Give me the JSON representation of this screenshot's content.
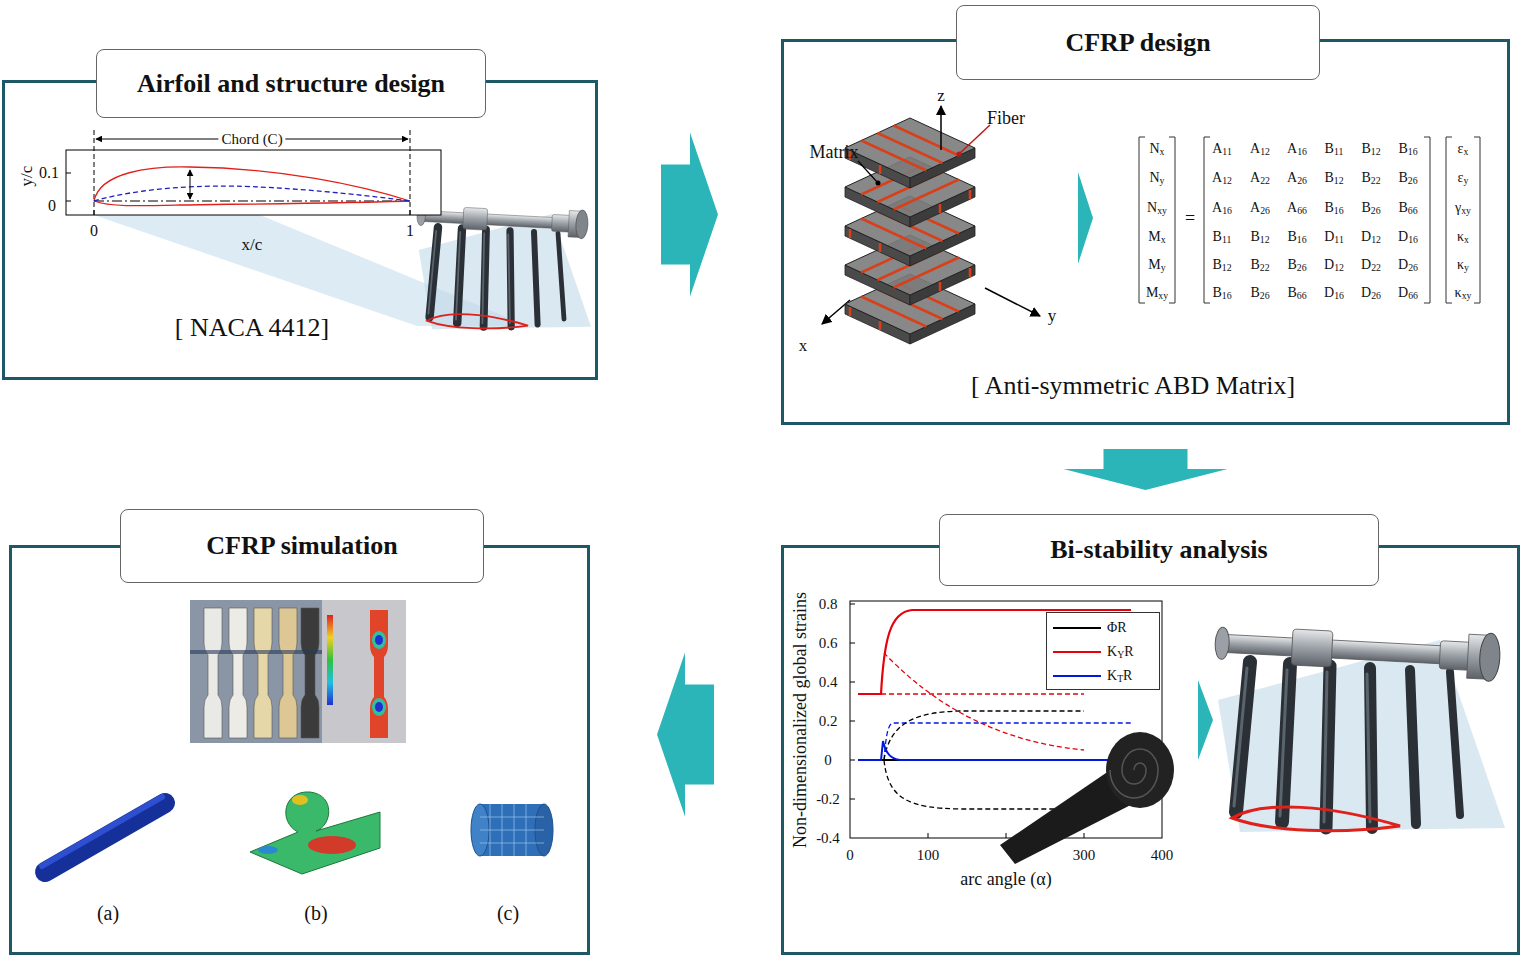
{
  "diagram": {
    "nodes": [
      {
        "text": [
          "Airfoil and structure design"
        ]
      },
      {
        "text": [
          "CFRP design"
        ]
      },
      {
        "text": [
          "CFRP simulation"
        ]
      },
      {
        "text": [
          "Bi-stability analysis"
        ]
      }
    ],
    "edges": [
      {
        "from": 0,
        "to": 1,
        "arrow": "to"
      },
      {
        "from": 1,
        "to": 3,
        "arrow": "to"
      },
      {
        "from": 3,
        "to": 2,
        "arrow": "to"
      }
    ],
    "labels": [
      "Chord (C)",
      "y/c",
      "0.1",
      "0",
      "0",
      "x/c",
      "1",
      "[ NACA 4412]",
      "z",
      "Fiber",
      "Matrix",
      "x",
      "y",
      "Nx",
      "Ny",
      "Nxy",
      "Mx",
      "My",
      "Mxy",
      "=",
      "A11",
      "A12",
      "A16",
      "B11",
      "B12",
      "B16",
      "A12",
      "A22",
      "A26",
      "B12",
      "B22",
      "B26",
      "A16",
      "A26",
      "A66",
      "B16",
      "B26",
      "B66",
      "B11",
      "B12",
      "B16",
      "D11",
      "D12",
      "D16",
      "B12",
      "B22",
      "B26",
      "D12",
      "D22",
      "D26",
      "B16",
      "B26",
      "B66",
      "D16",
      "D26",
      "D66",
      "εx",
      "εy",
      "γxy",
      "κx",
      "κy",
      "κxy",
      "[ Anti-symmetric ABD Matrix]",
      "(a)",
      "(b)",
      "(c)",
      "0.8",
      "0.6",
      "0.4",
      "0.2",
      "0",
      "-0.2",
      "-0.4",
      "0",
      "100",
      "300",
      "400",
      "Non-dimensionalized global strains",
      "arc angle (α)"
    ],
    "legend": [
      {
        "text": "ΦR"
      },
      {
        "text": "KYR"
      },
      {
        "text": "KTR"
      }
    ]
  }
}
